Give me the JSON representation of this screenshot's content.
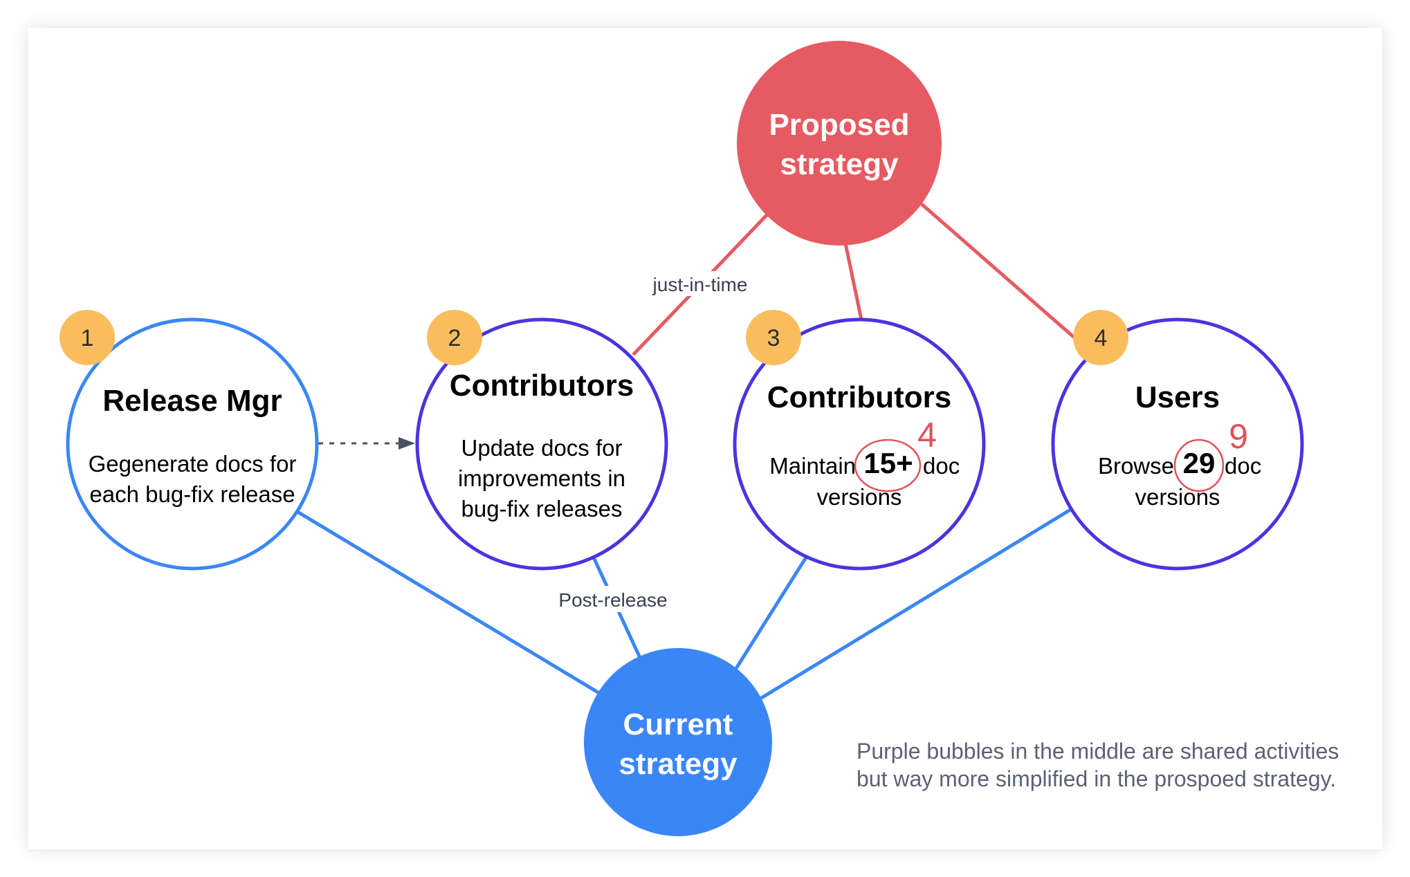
{
  "hubs": {
    "proposed": {
      "line1": "Proposed",
      "line2": "strategy"
    },
    "current": {
      "line1": "Current",
      "line2": "strategy"
    }
  },
  "bubbles": [
    {
      "number": "1",
      "title": "Release Mgr",
      "lines": [
        "Gegenerate docs for",
        "each bug-fix release"
      ]
    },
    {
      "number": "2",
      "title": "Contributors",
      "lines": [
        "Update docs for",
        "improvements in",
        "bug-fix releases"
      ]
    },
    {
      "number": "3",
      "title": "Contributors",
      "text_before": "Maintain",
      "value": "15+",
      "text_after": "doc",
      "line2": "versions",
      "correction": "4"
    },
    {
      "number": "4",
      "title": "Users",
      "text_before": "Browse",
      "value": "29",
      "text_after": "doc",
      "line2": "versions",
      "correction": "9"
    }
  ],
  "edge_labels": {
    "just_in_time": "just-in-time",
    "post_release": "Post-release"
  },
  "note": {
    "line1": "Purple bubbles in the middle are shared activities",
    "line2": "but way more simplified in the prospoed strategy."
  },
  "colors": {
    "proposed": "#E65A62",
    "current": "#3B86F7",
    "bubble_blue_stroke": "#3B86F7",
    "bubble_purple_stroke": "#4A34E0",
    "badge": "#F9BD5E",
    "annotation_red": "#E0525A",
    "note_text": "#5A6272"
  }
}
